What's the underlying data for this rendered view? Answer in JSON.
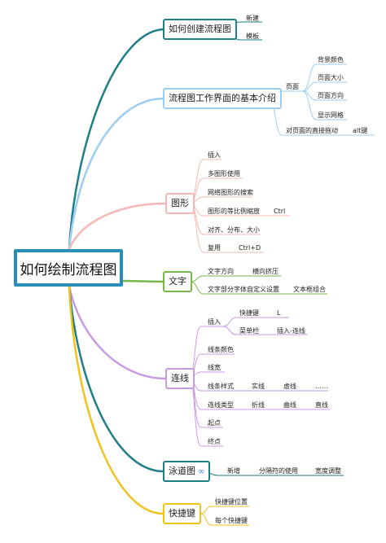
{
  "root": {
    "label": "如何绘制流程图"
  },
  "branches": {
    "create": {
      "label": "如何创建流程图",
      "color": "#1f7e87",
      "items": [
        "新建",
        "模板"
      ]
    },
    "intro": {
      "label": "流程图工作界面的基本介绍",
      "color": "#9dcdf0",
      "page": "页面",
      "page_items": [
        "背景颜色",
        "页面大小",
        "页面方向",
        "显示网格"
      ],
      "drag": "对页面的直接拖动",
      "drag_key": "alt键"
    },
    "shape": {
      "label": "图形",
      "color": "#f6b8b5",
      "items": [
        "插入",
        "多图形使用",
        "网络图形的搜索",
        "图形的等比例缩放",
        "对齐、分布、大小",
        "复用"
      ],
      "scale_key": "Ctrl",
      "reuse_key": "Ctrl+D"
    },
    "text": {
      "label": "文字",
      "color": "#76b84a",
      "items": [
        "文字方向",
        "文字部分字体自定义设置"
      ],
      "direction_sub": "横向挤压",
      "font_sub": "文本框组合"
    },
    "connector": {
      "label": "连线",
      "color": "#c89be0",
      "insert": "插入",
      "shortcut": "快捷键",
      "shortcut_key": "L",
      "menu": "菜单栏",
      "menu_path": "插入-连线",
      "color_item": "线条颜色",
      "width_item": "线宽",
      "style_item": "线条样式",
      "style_values": [
        "实线",
        "虚线",
        "……"
      ],
      "type_item": "连线类型",
      "type_values": [
        "折线",
        "曲线",
        "直线"
      ],
      "start": "起点",
      "end": "终点"
    },
    "swimlane": {
      "label": "泳道图",
      "icon": "link-icon",
      "color": "#1f7e87",
      "items": [
        "新增",
        "分隔符的使用",
        "宽度调整"
      ]
    },
    "hotkey": {
      "label": "快捷键",
      "color": "#f0c21c",
      "items": [
        "快捷键位置",
        "每个快捷键"
      ]
    }
  }
}
